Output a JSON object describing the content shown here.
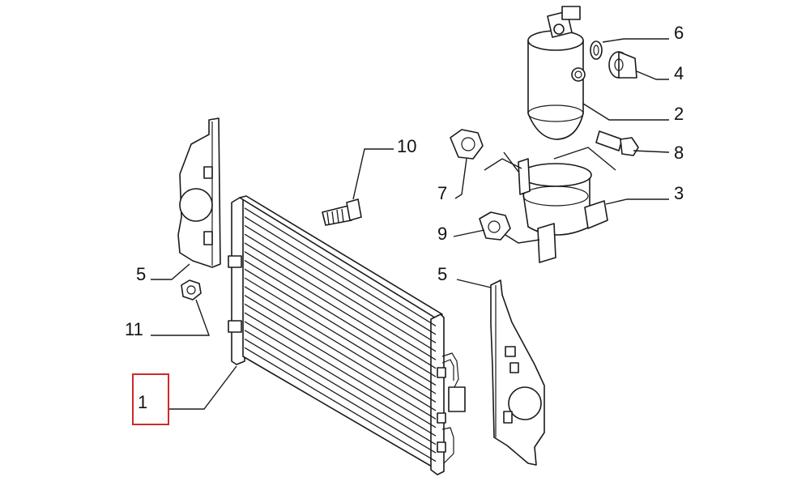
{
  "callouts": [
    {
      "id": "1",
      "label": "1",
      "highlighted": true
    },
    {
      "id": "2",
      "label": "2"
    },
    {
      "id": "3",
      "label": "3"
    },
    {
      "id": "4",
      "label": "4"
    },
    {
      "id": "5a",
      "label": "5"
    },
    {
      "id": "5b",
      "label": "5"
    },
    {
      "id": "6",
      "label": "6"
    },
    {
      "id": "7",
      "label": "7"
    },
    {
      "id": "8",
      "label": "8"
    },
    {
      "id": "9",
      "label": "9"
    },
    {
      "id": "10",
      "label": "10"
    },
    {
      "id": "11",
      "label": "11"
    }
  ],
  "colors": {
    "line": "#1a1a1a",
    "highlight": "#cc2a2a",
    "background": "#ffffff"
  }
}
